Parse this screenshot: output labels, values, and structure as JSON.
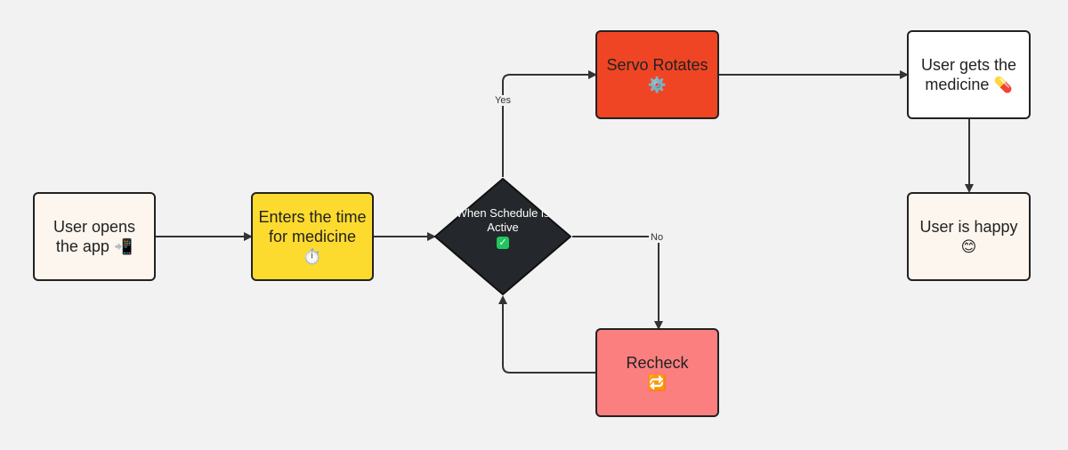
{
  "nodes": {
    "open_app": {
      "text": "User opens the app",
      "icon": "📲",
      "fill": "#fdf6ee"
    },
    "enter_time": {
      "text": "Enters the time for medicine",
      "icon": "⏱️",
      "fill": "#fddb2e"
    },
    "decision": {
      "text": "When Schedule is Active",
      "icon": "✓",
      "fill": "#24272b"
    },
    "servo": {
      "text": "Servo Rotates",
      "icon": "⚙️",
      "fill": "#ef4524"
    },
    "gets_medicine": {
      "text": "User gets the medicine",
      "icon": "💊",
      "fill": "#ffffff"
    },
    "happy": {
      "text": "User is happy",
      "icon": "😊",
      "fill": "#fdf6ee"
    },
    "recheck": {
      "text": "Recheck",
      "icon": "🔁",
      "fill": "#fb7f7f"
    }
  },
  "edge_labels": {
    "yes": "Yes",
    "no": "No"
  }
}
